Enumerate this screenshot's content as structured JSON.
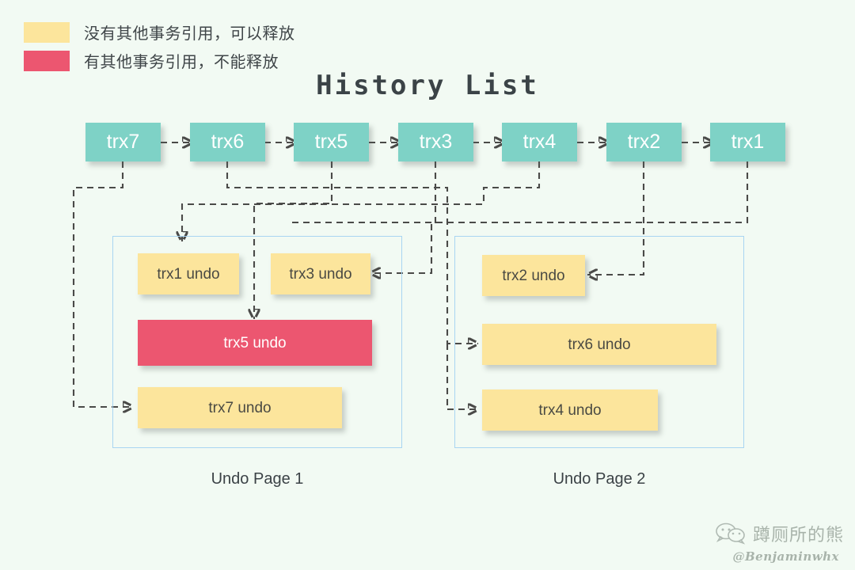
{
  "legend": {
    "items": [
      {
        "color": "#fce59c",
        "label": "没有其他事务引用，可以释放",
        "name": "legend-releasable"
      },
      {
        "color": "#ec5670",
        "label": "有其他事务引用，不能释放",
        "name": "legend-not-releasable"
      }
    ]
  },
  "title": "History List",
  "history_list": {
    "nodes": [
      {
        "label": "trx7"
      },
      {
        "label": "trx6"
      },
      {
        "label": "trx5"
      },
      {
        "label": "trx3"
      },
      {
        "label": "trx4"
      },
      {
        "label": "trx2"
      },
      {
        "label": "trx1"
      }
    ]
  },
  "undo_pages": [
    {
      "caption": "Undo Page 1",
      "entries": [
        {
          "label": "trx1 undo",
          "state": "releasable"
        },
        {
          "label": "trx3 undo",
          "state": "releasable"
        },
        {
          "label": "trx5 undo",
          "state": "locked"
        },
        {
          "label": "trx7 undo",
          "state": "releasable"
        }
      ]
    },
    {
      "caption": "Undo Page 2",
      "entries": [
        {
          "label": "trx2 undo",
          "state": "releasable"
        },
        {
          "label": "trx6 undo",
          "state": "releasable"
        },
        {
          "label": "trx4 undo",
          "state": "releasable"
        }
      ]
    }
  ],
  "watermark": {
    "icon": "wechat-icon",
    "name": "蹲厕所的熊",
    "handle": "@Benjaminwhx"
  },
  "colors": {
    "background": "#f2faf3",
    "trx_node": "#7ed2c6",
    "undo_releasable": "#fce59c",
    "undo_locked": "#ec5670",
    "page_border": "#a9d5f2",
    "connector": "#4a4a48",
    "text_dark": "#3b4246"
  }
}
